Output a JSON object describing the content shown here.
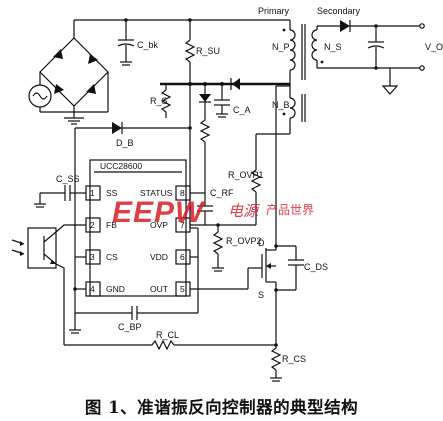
{
  "labels": {
    "primary": "Primary",
    "secondary": "Secondary",
    "cbk": "C_bk",
    "r50": "R_SU",
    "np": "N_P",
    "ns": "N_S",
    "vo": "V_O",
    "rs": "R_S",
    "ca": "C_A",
    "nb": "N_B",
    "db": "D_B",
    "css": "C_SS",
    "rovp1": "R_OVP1",
    "crf": "C_RF",
    "rovp2": "R_OVP2",
    "d": "D",
    "s": "S",
    "cds": "C_DS",
    "cbp": "C_BP",
    "rcl": "R_CL",
    "rcs": "R_CS"
  },
  "ic": {
    "name": "UCC28600",
    "pins": [
      {
        "num": "1",
        "name": "SS"
      },
      {
        "num": "2",
        "name": "FB"
      },
      {
        "num": "3",
        "name": "CS"
      },
      {
        "num": "4",
        "name": "GND"
      },
      {
        "num": "8",
        "name": "STATUS"
      },
      {
        "num": "7",
        "name": "OVP"
      },
      {
        "num": "6",
        "name": "VDD"
      },
      {
        "num": "5",
        "name": "OUT"
      }
    ]
  },
  "watermark": {
    "big": "EEPW",
    "small": "电源",
    "tiny": "产品世界"
  },
  "caption": "图 1、准谐振反向控制器的典型结构"
}
